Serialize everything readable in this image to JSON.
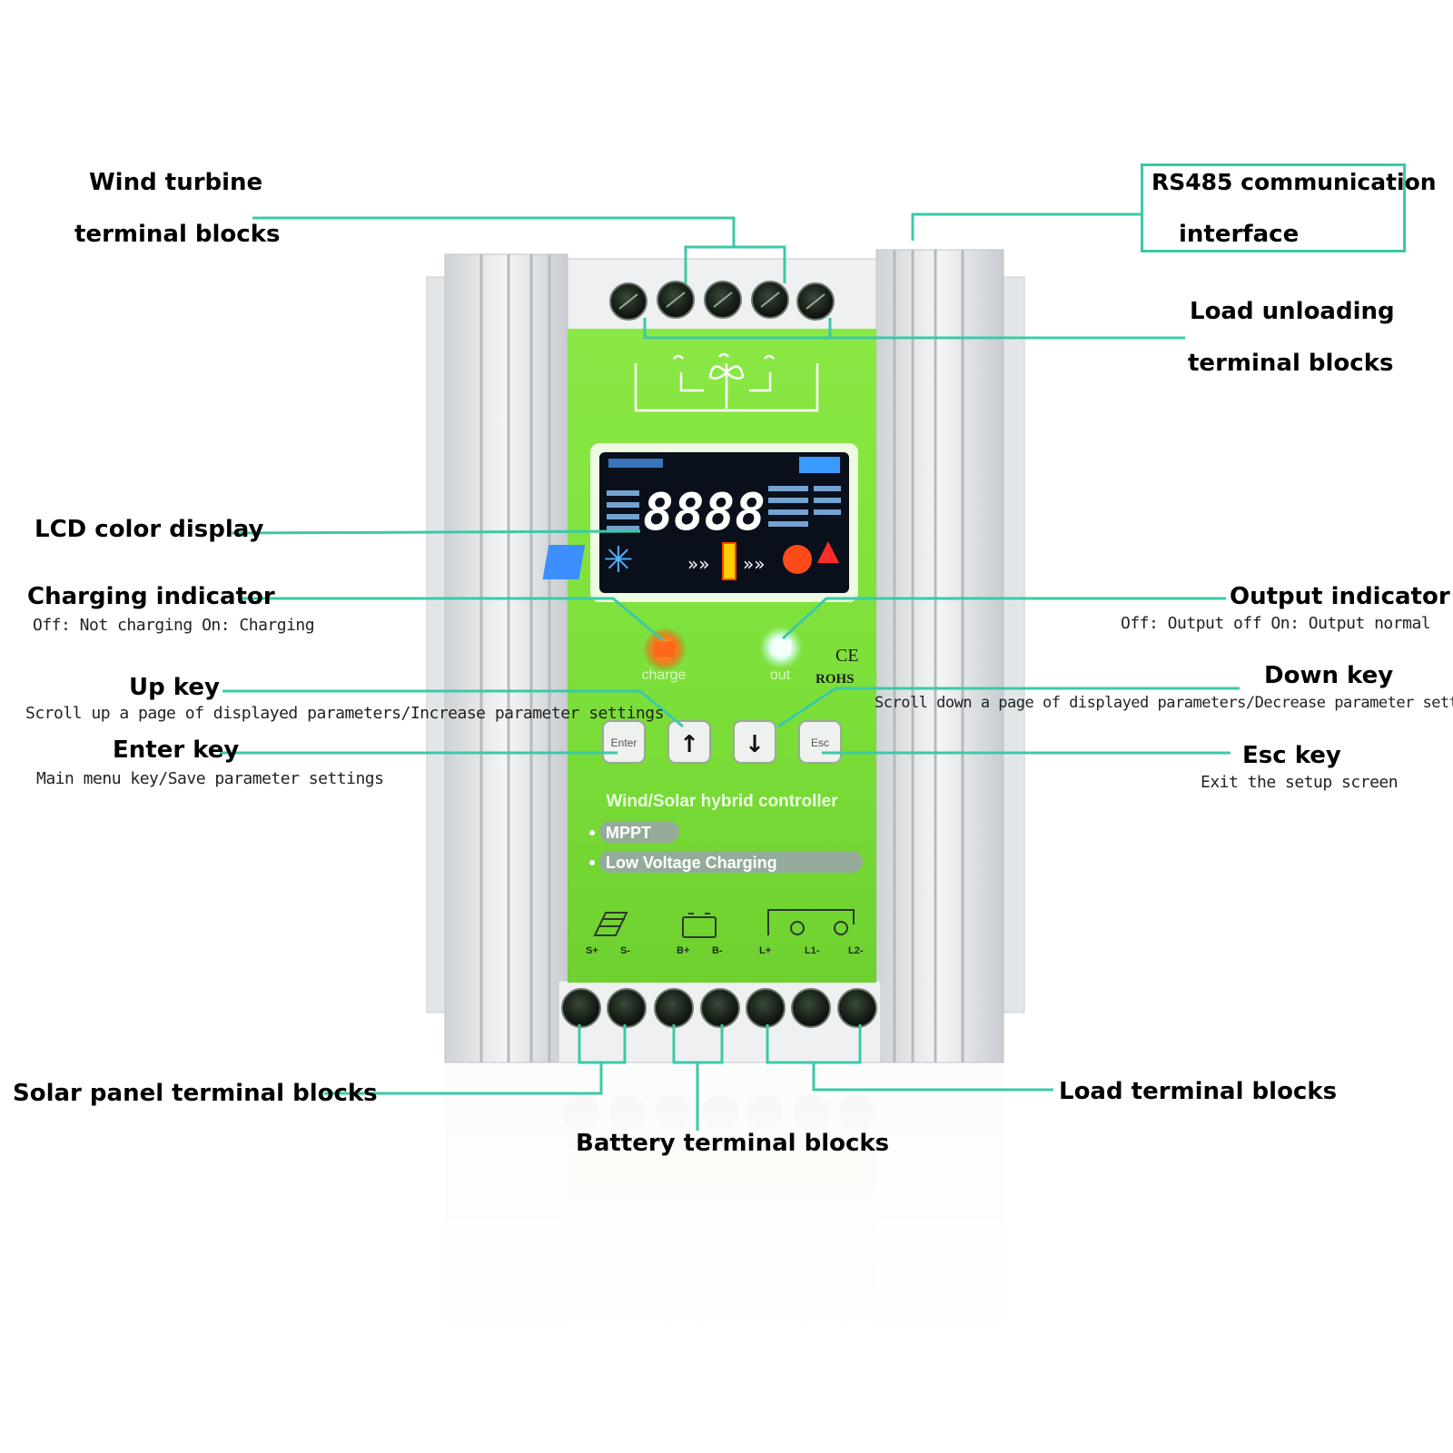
{
  "callouts": {
    "wind_turbine": {
      "line1": "Wind turbine",
      "line2": "terminal blocks"
    },
    "rs485": {
      "line1": "RS485 communication",
      "line2": "interface"
    },
    "load_unloading": {
      "line1": "Load unloading",
      "line2": "terminal blocks"
    },
    "lcd": {
      "label": "LCD color display"
    },
    "charging_indicator": {
      "label": "Charging indicator",
      "desc": "Off: Not charging  On: Charging"
    },
    "output_indicator": {
      "label": "Output indicator",
      "desc": "Off: Output off  On: Output normal"
    },
    "up_key": {
      "label": "Up key",
      "desc": "Scroll up a page of displayed parameters/Increase parameter settings"
    },
    "down_key": {
      "label": "Down key",
      "desc": "Scroll down a page of displayed parameters/Decrease parameter settings"
    },
    "enter_key": {
      "label": "Enter key",
      "desc": "Main menu key/Save parameter settings"
    },
    "esc_key": {
      "label": "Esc key",
      "desc": "Exit the setup screen"
    },
    "solar_panel": {
      "label": "Solar panel terminal blocks"
    },
    "load": {
      "label": "Load terminal blocks"
    },
    "battery": {
      "label": "Battery terminal blocks"
    }
  },
  "device": {
    "lcd_digits": "8888",
    "led_charge_label": "charge",
    "led_out_label": "out",
    "ce_mark": "CE",
    "rohs_mark": "ROHS",
    "buttons": {
      "enter": "Enter",
      "up": "↑",
      "down": "↓",
      "esc": "Esc"
    },
    "title": "Wind/Solar hybrid controller",
    "badge1": "MPPT",
    "badge2": "Low Voltage Charging",
    "terminal_labels": [
      "S+",
      "S-",
      "B+",
      "B-",
      "L+",
      "L1-",
      "L2-"
    ]
  },
  "colors": {
    "leader_line": "#3cc9a8",
    "panel_green": "#7ee03a",
    "charge_led": "#ff5a1a",
    "out_led": "#e8fff0"
  }
}
